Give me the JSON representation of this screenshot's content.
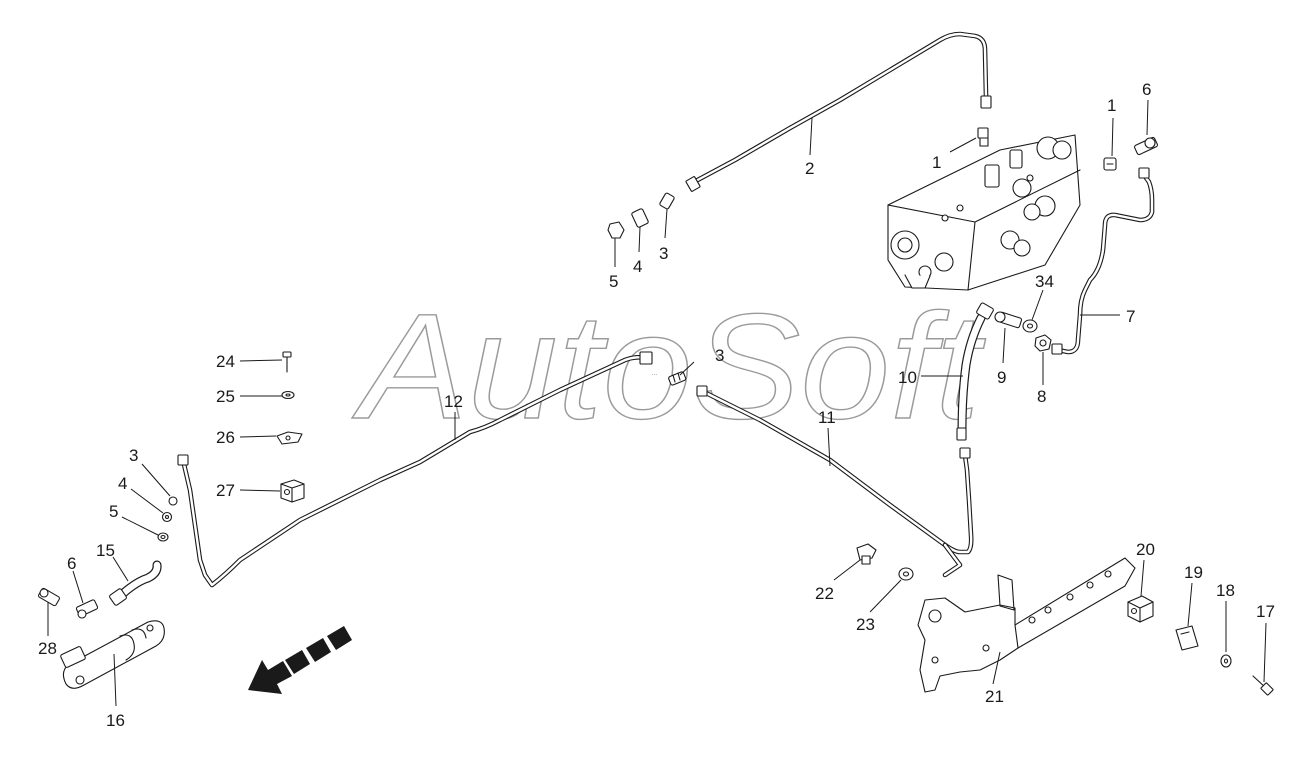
{
  "watermark": "AutoSoft",
  "callouts": {
    "c1a": "1",
    "c1b": "1",
    "c2": "2",
    "c3a": "3",
    "c3b": "3",
    "c3c": "3",
    "c4a": "4",
    "c4b": "4",
    "c5a": "5",
    "c5b": "5",
    "c6a": "6",
    "c6b": "6",
    "c7": "7",
    "c8": "8",
    "c9": "9",
    "c10": "10",
    "c11": "11",
    "c12": "12",
    "c15": "15",
    "c16": "16",
    "c17": "17",
    "c18": "18",
    "c19": "19",
    "c20": "20",
    "c21": "21",
    "c22": "22",
    "c23": "23",
    "c24": "24",
    "c25": "25",
    "c26": "26",
    "c27": "27",
    "c28": "28",
    "c34": "34"
  },
  "icons": {
    "direction": "forward-arrow-icon"
  }
}
